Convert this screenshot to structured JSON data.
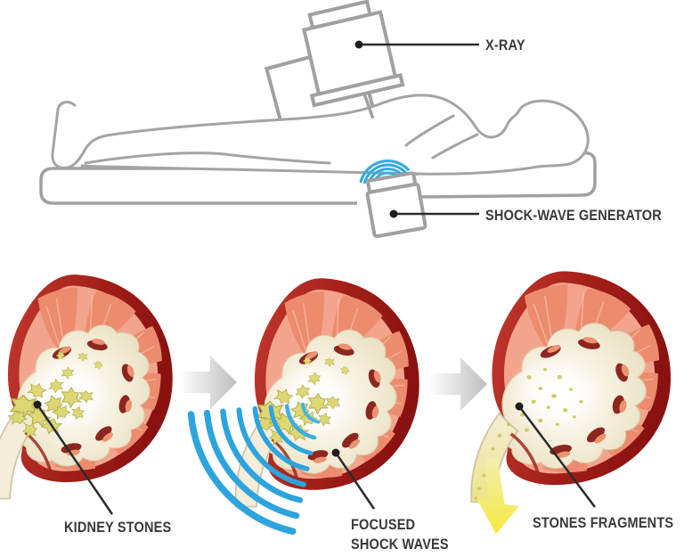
{
  "diagram": {
    "procedure": {
      "xray_label": "X-RAY",
      "shock_wave_generator_label": "SHOCK-WAVE GENERATOR"
    },
    "stages": {
      "stage1_label": "KIDNEY STONES",
      "stage2_label_line1": "FOCUSED",
      "stage2_label_line2": "SHOCK WAVES",
      "stage3_label": "STONES FRAGMENTS"
    }
  },
  "colors": {
    "outline_gray": "#9fa0a2",
    "label_text": "#39393b",
    "wave_blue": "#2da4dd",
    "kidney_capsule_red": "#9b1f19",
    "kidney_cortex_salmon": "#f2a48d",
    "kidney_pyramid_salmon": "#ec8b6d",
    "renal_pelvis_cream": "#f1ead2",
    "stones_yellow": "#ddd873",
    "flow_arrow_yellow": "#f5e93f",
    "stage_arrow_gray": "#bfbfc1"
  }
}
